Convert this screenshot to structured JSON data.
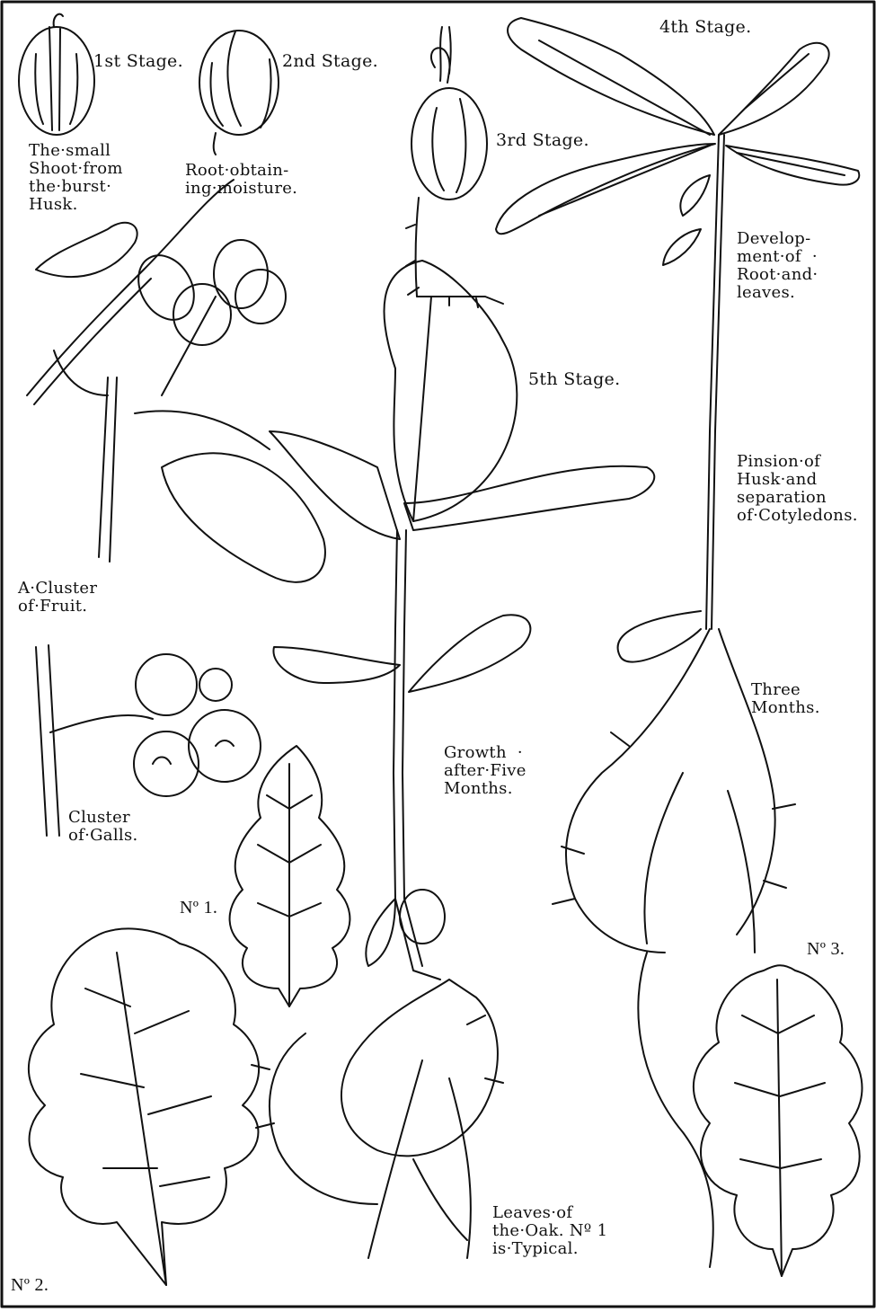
{
  "labels": {
    "stage1": "1st Stage.",
    "stage2": "2nd Stage.",
    "stage3": "3rd Stage.",
    "stage4": "4th Stage.",
    "stage5": "5th Stage.",
    "small_shoot": "The·small\nShoot·from\nthe·burst·\nHusk.",
    "root_moisture": "Root·obtain-\ning·moisture.",
    "development": "Develop-\nment·of  ·\nRoot·and·\nleaves.",
    "pinsion": "Pinsion·of\nHusk·and\nseparation\nof·Cotyledons.",
    "cluster_fruit": "A·Cluster\nof·Fruit.",
    "cluster_galls": "Cluster\nof·Galls.",
    "three_months": "Three\nMonths.",
    "growth_five": "Growth  ·\nafter·Five\nMonths.",
    "no1": "Nº 1.",
    "no2": "Nº 2.",
    "no3": "Nº 3.",
    "leaves_oak": "Leaves·of\nthe·Oak. Nº 1\nis·Typical."
  },
  "colors": {
    "ink": "#111111",
    "paper": "#ffffff"
  }
}
